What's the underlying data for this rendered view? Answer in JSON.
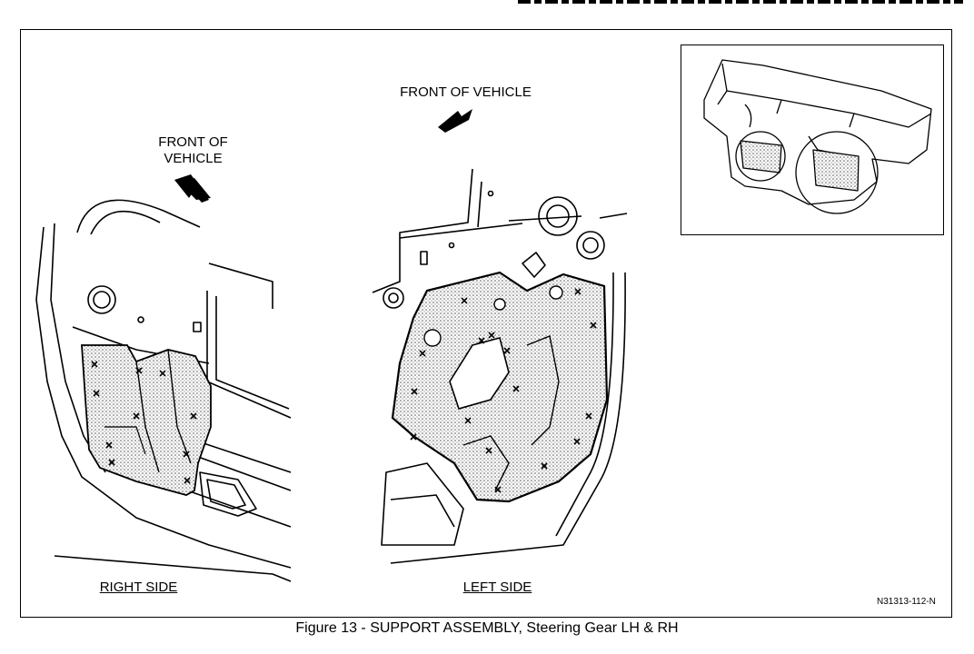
{
  "header": {
    "band": "header-bar"
  },
  "labels": {
    "front_left": "FRONT OF VEHICLE",
    "front_left_l1": "FRONT OF",
    "front_left_l2": "VEHICLE",
    "front_center": "FRONT OF VEHICLE",
    "right_side": "RIGHT SIDE",
    "left_side": "LEFT SIDE"
  },
  "figure_code": "N31313-112-N",
  "caption": "Figure 13 - SUPPORT ASSEMBLY, Steering Gear LH & RH",
  "icons": {
    "arrow_left": "front-arrow-icon",
    "arrow_center": "front-arrow-icon"
  },
  "colors": {
    "ink": "#000000",
    "paper": "#ffffff",
    "stipple": "#9a9a9a"
  }
}
